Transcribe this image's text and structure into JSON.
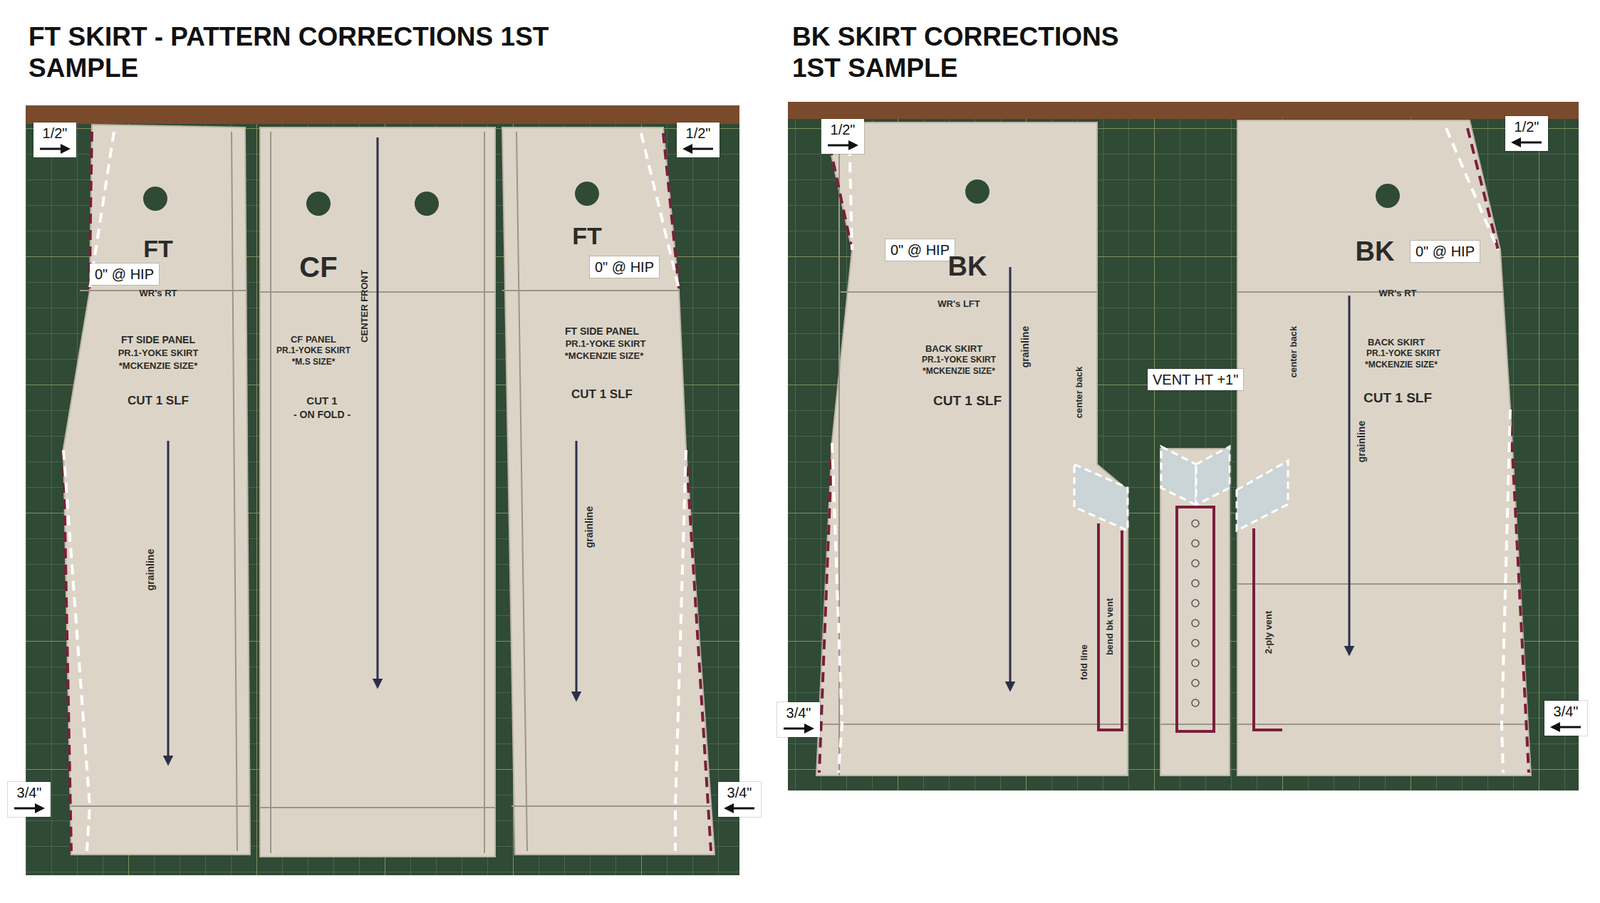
{
  "diagram": {
    "nodes": [
      {
        "text": [
          "1/2\""
        ]
      },
      {
        "text": [
          "1/2\""
        ]
      },
      {
        "text": [
          "0\" @ HIP"
        ]
      },
      {
        "text": [
          "0\" @ HIP"
        ]
      },
      {
        "text": [
          "3/4\""
        ]
      },
      {
        "text": [
          "3/4\""
        ]
      },
      {
        "text": [
          "1/2\""
        ]
      },
      {
        "text": [
          "1/2\""
        ]
      },
      {
        "text": [
          "0\" @ HIP"
        ]
      },
      {
        "text": [
          "0\" @ HIP"
        ]
      },
      {
        "text": [
          "VENT HT +1\""
        ]
      },
      {
        "text": [
          "3/4\""
        ]
      },
      {
        "text": [
          "3/4\""
        ]
      }
    ],
    "labels": [
      "FT SKIRT - PATTERN CORRECTIONS 1ST SAMPLE",
      "BK SKIRT CORRECTIONS 1ST SAMPLE",
      "FT",
      "WR's RT",
      "FT SIDE PANEL",
      "PR.1-YOKE SKIRT",
      "*MCKENZIE SIZE*",
      "CUT 1 SLF",
      "grainline",
      "CF",
      "CENTER FRONT",
      "CF PANEL",
      "PR.1-YOKE SKIRT",
      "*M.S SIZE*",
      "CUT 1",
      "- ON FOLD -",
      "FT",
      "FT SIDE PANEL",
      "PR.1-YOKE SKIRT",
      "*MCKENZIE SIZE*",
      "CUT 1 SLF",
      "grainline",
      "BK",
      "WR's LFT",
      "BACK SKIRT",
      "PR.1-YOKE SKIRT",
      "*MCKENZIE SIZE*",
      "CUT 1 SLF",
      "grainline",
      "center back",
      "fold line",
      "bend bk vent",
      "BK",
      "WR's RT",
      "BACK SKIRT",
      "PR.1-YOKE SKIRT",
      "*MCKENZIE SIZE*",
      "CUT 1 SLF",
      "center back",
      "grainline",
      "2-ply vent"
    ]
  }
}
